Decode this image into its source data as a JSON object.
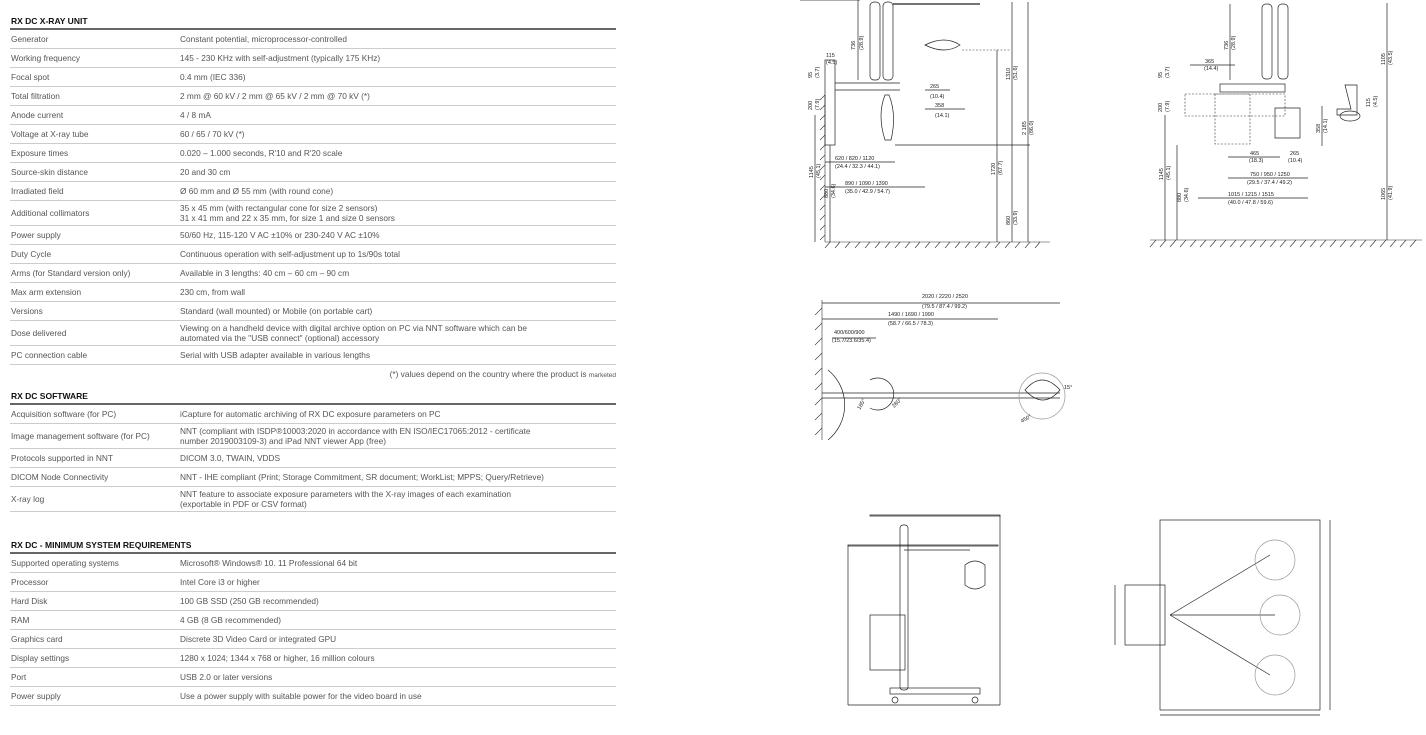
{
  "xray_unit": {
    "title": "RX DC X-RAY UNIT",
    "rows": [
      {
        "label": "Generator",
        "value": "Constant potential, microprocessor-controlled"
      },
      {
        "label": "Working frequency",
        "value": "145 - 230 KHz with self-adjustment (typically 175 KHz)"
      },
      {
        "label": "Focal spot",
        "value": "0.4 mm (IEC 336)"
      },
      {
        "label": "Total filtration",
        "value": "2 mm @ 60 kV / 2 mm @ 65 kV / 2 mm @ 70 kV (*)"
      },
      {
        "label": "Anode current",
        "value": "4 / 8 mA"
      },
      {
        "label": "Voltage at X-ray tube",
        "value": "60 / 65 / 70 kV (*)"
      },
      {
        "label": "Exposure times",
        "value": "0.020 – 1.000 seconds, R'10 and R'20 scale"
      },
      {
        "label": "Source-skin distance",
        "value": "20 and 30 cm"
      },
      {
        "label": "Irradiated field",
        "value": "Ø 60 mm and Ø 55 mm (with round cone)"
      },
      {
        "label": "Additional collimators",
        "value": "35 x 45 mm (with rectangular cone for size 2 sensors)\n31 x 41 mm and 22 x 35 mm, for size 1 and size 0 sensors"
      },
      {
        "label": "Power supply",
        "value": "50/60 Hz, 115-120 V AC ±10% or 230-240 V AC ±10%"
      },
      {
        "label": "Duty Cycle",
        "value": "Continuous operation with self-adjustment up to 1s/90s total"
      },
      {
        "label": "Arms (for Standard version only)",
        "value": "Available in 3 lengths: 40 cm – 60 cm – 90 cm"
      },
      {
        "label": "Max arm extension",
        "value": "230 cm, from wall"
      },
      {
        "label": "Versions",
        "value": "Standard (wall mounted) or Mobile (on portable cart)"
      },
      {
        "label": "Dose delivered",
        "value": "Viewing on a handheld device with digital archive option on PC via NNT software which can be\nautomated via the \"USB connect\" (optional) accessory"
      },
      {
        "label": "PC connection cable",
        "value": "Serial with USB adapter available in various lengths"
      }
    ],
    "note": "(*) values depend on the country where the product is",
    "note_tail": "marketed"
  },
  "software": {
    "title": "RX DC SOFTWARE",
    "rows": [
      {
        "label": "Acquisition software (for PC)",
        "value": "iCapture for automatic archiving of RX DC exposure parameters on PC"
      },
      {
        "label": "Image management software (for PC)",
        "value": "NNT (compliant with ISDP®10003:2020 in accordance with EN ISO/IEC17065:2012 - certificate\nnumber 2019003109-3) and iPad NNT viewer App (free)"
      },
      {
        "label": "Protocols supported in NNT",
        "value": "DICOM 3.0, TWAIN, VDDS"
      },
      {
        "label": "DICOM Node Connectivity",
        "value": "NNT - IHE compliant (Print; Storage Commitment, SR document; WorkList; MPPS; Query/Retrieve)"
      },
      {
        "label": "X-ray log",
        "value": "NNT feature to associate exposure parameters with the X-ray images of each examination\n(exportable in PDF or CSV format)"
      }
    ]
  },
  "requirements": {
    "title": "RX DC - MINIMUM SYSTEM REQUIREMENTS",
    "rows": [
      {
        "label": "Supported operating systems",
        "value": "Microsoft® Windows® 10. 11 Professional 64 bit"
      },
      {
        "label": "Processor",
        "value": "Intel Core i3 or higher"
      },
      {
        "label": "Hard Disk",
        "value": "100 GB SSD (250 GB recommended)"
      },
      {
        "label": "RAM",
        "value": "4 GB (8 GB recommended)"
      },
      {
        "label": "Graphics card",
        "value": "Discrete 3D Video Card or integrated GPU"
      },
      {
        "label": "Display settings",
        "value": "1280 x 1024; 1344 x 768 or higher, 16 million colours"
      },
      {
        "label": "Port",
        "value": "USB 2.0 or later versions"
      },
      {
        "label": "Power supply",
        "value": "Use a power supply with suitable power for the video board in use"
      }
    ]
  },
  "drawings": {
    "side": {
      "d736": "736",
      "d736i": "(28.9)",
      "d115": "115",
      "d115i": "(4.5)",
      "d95": "95",
      "d95i": "(3.7)",
      "d200": "200",
      "d200i": "(7.9)",
      "d265": "265",
      "d265i": "(10.4)",
      "d358": "358",
      "d358i": "(14.1)",
      "d1310": "1310",
      "d1310i": "(51.6)",
      "d2185": "2 185",
      "d2185i": "(86.0)",
      "arm1": "620 / 820 / 1120",
      "arm1i": "(24.4 / 32.3 / 44.1)",
      "arm2": "890 / 1090 / 1390",
      "arm2i": "(35.0 / 42.9 / 54.7)",
      "d1720": "1720",
      "d1720i": "(67.7)",
      "d860": "860",
      "d860i": "(33.9)",
      "d1145": "1145",
      "d1145i": "(45.1)",
      "d880": "880",
      "d880i": "(34.6)"
    },
    "front": {
      "d736": "736",
      "d736i": "(28.9)",
      "d365": "365",
      "d365i": "(14.4)",
      "d95": "95",
      "d95i": "(3.7)",
      "d200": "200",
      "d200i": "(7.9)",
      "d358": "358",
      "d358i": "(14.1)",
      "d465": "465",
      "d465i": "(18.3)",
      "d265": "265",
      "d265i": "(10.4)",
      "arm1": "750 / 950 / 1250",
      "arm1i": "(29.5 / 37.4 / 49.2)",
      "arm2": "1015 / 1215 / 1515",
      "arm2i": "(40.0 / 47.8 / 59.6)",
      "d1105": "1105",
      "d1105i": "(43.5)",
      "d115": "115",
      "d115i": "(4.5)",
      "d1065": "1065",
      "d1065i": "(41.9)",
      "d1145": "1145",
      "d1145i": "(45.1)",
      "d880": "880",
      "d880i": "(34.6)"
    },
    "plan": {
      "total": "2020 / 2220 / 2520",
      "totali": "(79.5 / 87.4 / 99.2)",
      "mid": "1490 / 1690 / 1990",
      "midi": "(58.7 / 66.5 / 78.3)",
      "arm": "400/600/900",
      "armi": "(15.7/23.6/35.4)",
      "a1": "185°",
      "a2": "280°",
      "a3": "450°",
      "a4": "15°"
    }
  }
}
